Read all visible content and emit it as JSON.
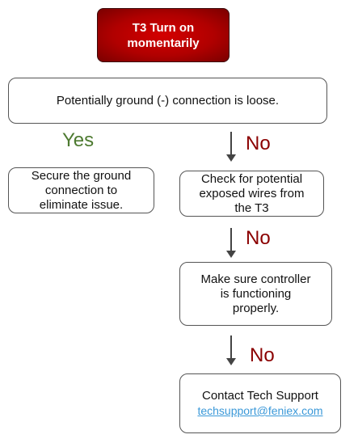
{
  "title": {
    "line1": "T3 Turn on",
    "line2": "momentarily"
  },
  "question": "Potentially ground (-) connection is loose.",
  "labels": {
    "yes": "Yes",
    "no1": "No",
    "no2": "No",
    "no3": "No"
  },
  "yes_box": {
    "line1": "Secure the ground",
    "line2": "connection to",
    "line3": "eliminate issue."
  },
  "step1": {
    "line1": "Check for potential",
    "line2": "exposed wires from",
    "line3": "the T3"
  },
  "step2": {
    "line1": "Make sure controller",
    "line2": "is functioning",
    "line3": "properly."
  },
  "support": {
    "line1": "Contact Tech Support",
    "email": "techsupport@feniex.com"
  },
  "colors": {
    "title_fill": "#c00000",
    "yes_text": "#4d7a30",
    "no_text": "#8b0000",
    "link": "#3a98d8",
    "arrow": "#444444"
  }
}
